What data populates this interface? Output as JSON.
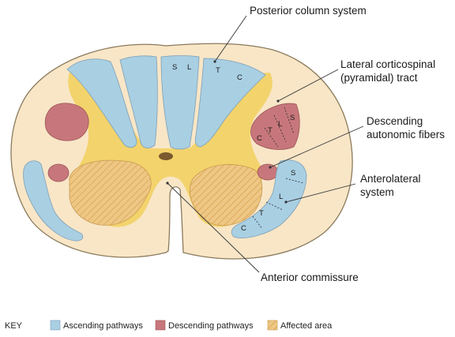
{
  "labels": {
    "posterior_column_system": "Posterior column system",
    "lateral_corticospinal_line1": "Lateral corticospinal",
    "lateral_corticospinal_line2": "(pyramidal) tract",
    "descending_autonomic_line1": "Descending",
    "descending_autonomic_line2": "autonomic fibers",
    "anterolateral_line1": "Anterolateral",
    "anterolateral_line2": "system",
    "anterior_commissure": "Anterior commissure"
  },
  "tract_letters": {
    "posterior": [
      "S",
      "L",
      "T",
      "C"
    ],
    "corticospinal": [
      "C",
      "T",
      "L",
      "S"
    ],
    "anterolateral": [
      "S",
      "L",
      "T",
      "C"
    ]
  },
  "key": {
    "title": "KEY",
    "items": [
      {
        "label": "Ascending pathways",
        "color": "#a9cfe3"
      },
      {
        "label": "Descending pathways",
        "color": "#c7777b"
      },
      {
        "label": "Affected area",
        "color": "#e9bf77"
      }
    ]
  },
  "colors": {
    "white_matter": "#f8e6c7",
    "gray_matter": "#f3d36c",
    "ascending": "#a9cfe3",
    "descending": "#c7777b",
    "affected": "#e9bf77",
    "outline": "#8a7a5c"
  }
}
